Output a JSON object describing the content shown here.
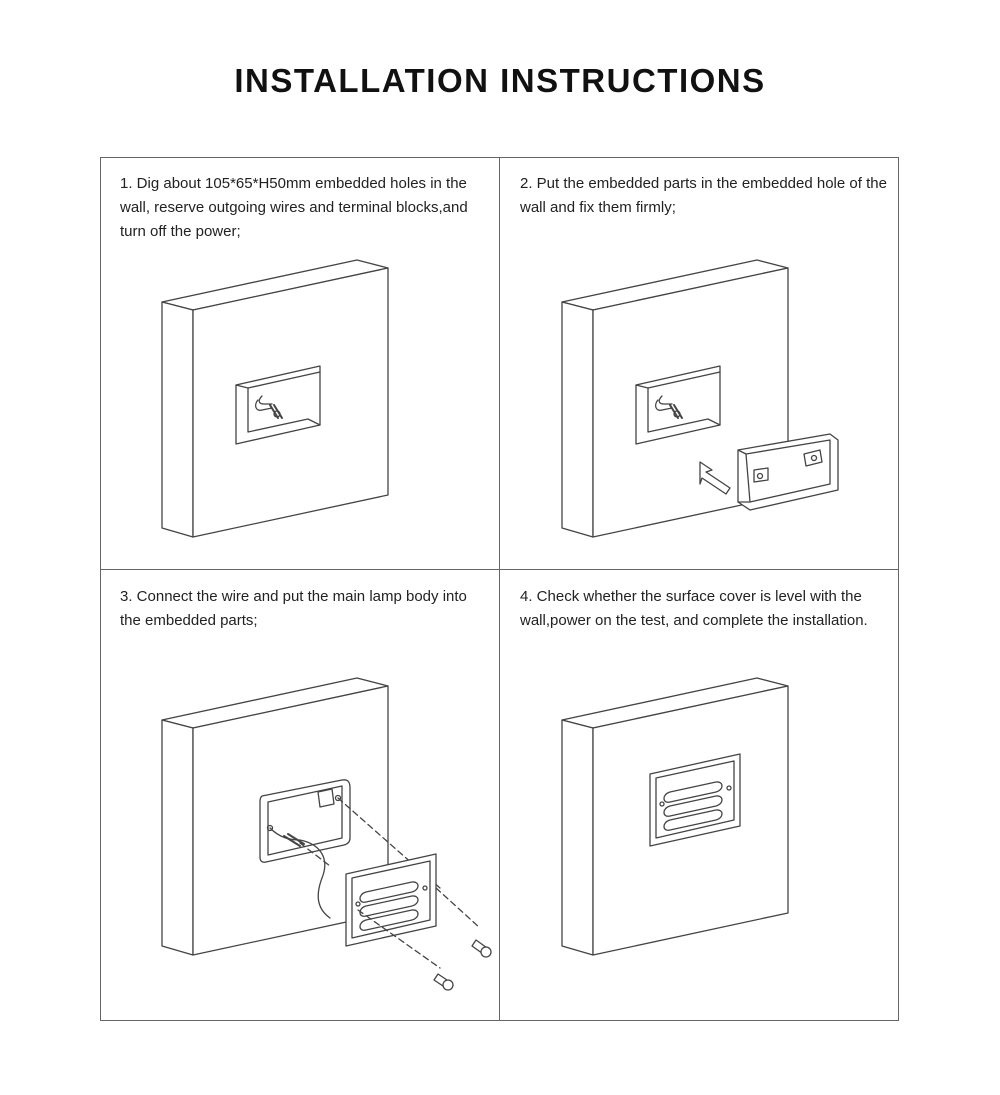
{
  "title": "INSTALLATION INSTRUCTIONS",
  "steps": [
    {
      "text": "1. Dig about 105*65*H50mm embedded holes in the wall, reserve outgoing wires and terminal blocks,and turn off the power;"
    },
    {
      "text": "2. Put the embedded parts in the embedded hole of the wall and fix them firmly;"
    },
    {
      "text": "3. Connect the wire and put the main lamp body into the embedded parts;"
    },
    {
      "text": "4. Check whether the surface cover is level with the wall,power on the test, and complete the installation."
    }
  ],
  "colors": {
    "line": "#444444",
    "border": "#666666",
    "text": "#222222"
  }
}
